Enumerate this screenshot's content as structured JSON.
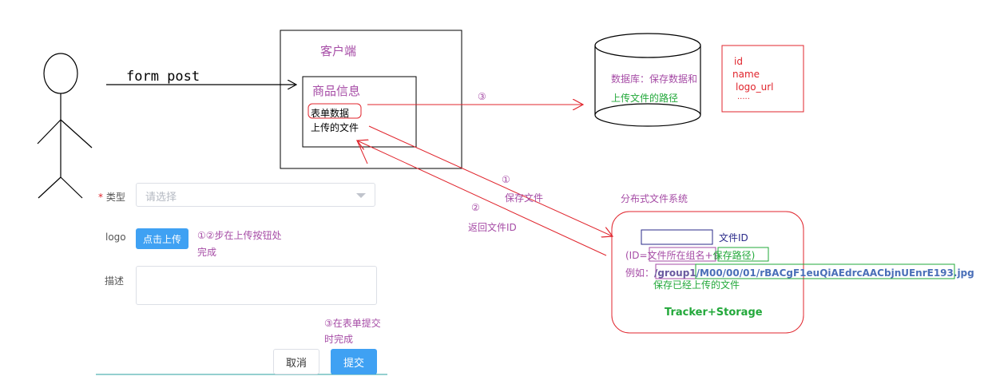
{
  "colors": {
    "purple": "#a64ca6",
    "red": "#e0242c",
    "green": "#22a83a",
    "navy": "#2a2a8a",
    "blue_button": "#3fa1f3",
    "teal_line": "#2aa0a0"
  },
  "actor": {
    "form_post_label": "form  post"
  },
  "client": {
    "title": "客户端",
    "inner_title": "商品信息",
    "form_data": "表单数据",
    "uploaded_file": "上传的文件"
  },
  "database": {
    "line1": "数据库：保存数据和",
    "line2": "上传文件的路径"
  },
  "fields_box": [
    "id",
    "name",
    "logo_url",
    "....."
  ],
  "arrows": {
    "step3": "③",
    "step1": "①",
    "save_file": "保存文件",
    "step2": "②",
    "return_id": "返回文件ID"
  },
  "dfs": {
    "title": "分布式文件系统",
    "file_id_label": "文件ID",
    "id_formula_prefix": "(ID=",
    "id_group_part": "文件所在组名",
    "id_plus": "+",
    "id_path_part": "保存路径)",
    "example_prefix": "例如：",
    "example_group": "/group1",
    "example_path": "/M00/00/01/rBACgF1euQiAEdrcAACbjnUEnrE193.jpg",
    "saved_note": "保存已经上传的文件",
    "tracker_storage": "Tracker+Storage"
  },
  "form": {
    "type_label": "类型",
    "required_mark": "*",
    "type_placeholder": "请选择",
    "logo_label": "logo",
    "upload_button": "点击上传",
    "upload_note_line1": "①②步在上传按钮处",
    "upload_note_line2": "完成",
    "desc_label": "描述",
    "submit_note_line1": "③在表单提交",
    "submit_note_line2": "时完成",
    "cancel_button": "取消",
    "submit_button": "提交"
  }
}
